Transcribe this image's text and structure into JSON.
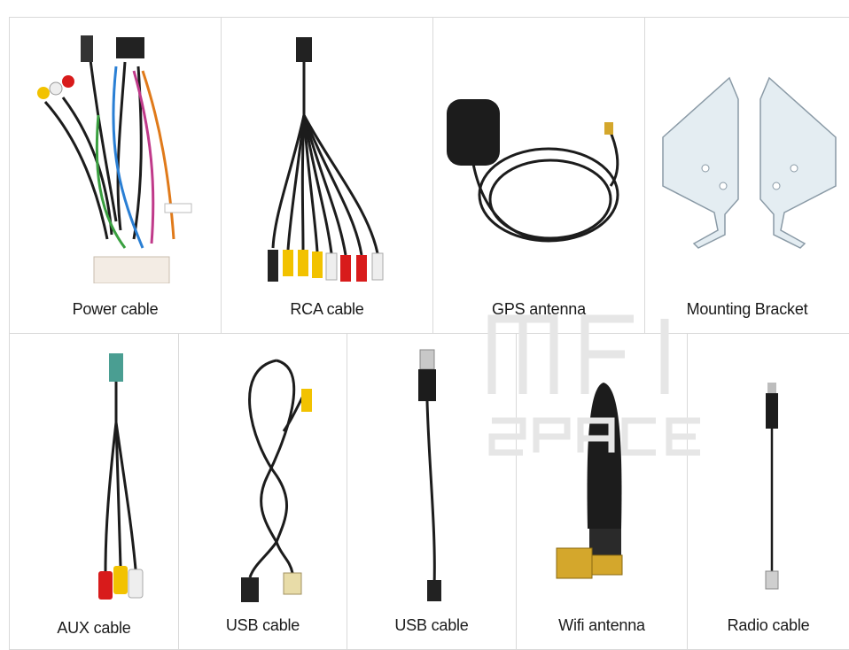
{
  "items_row1": [
    {
      "label": "Power cable"
    },
    {
      "label": "RCA cable"
    },
    {
      "label": "GPS antenna"
    },
    {
      "label": "Mounting Bracket"
    }
  ],
  "items_row2": [
    {
      "label": "AUX cable"
    },
    {
      "label": "USB cable"
    },
    {
      "label": "USB cable"
    },
    {
      "label": "Wifi antenna"
    },
    {
      "label": "Radio cable"
    }
  ],
  "colors": {
    "grid": "#d9d9d9",
    "cable": "#1c1c1c",
    "rca_red": "#d81b1b",
    "rca_yellow": "#f2c200",
    "rca_white": "#eeeeee",
    "gold": "#d4a72c",
    "bracket": "#e4edf2"
  },
  "watermark_text": "MFI SPACE"
}
